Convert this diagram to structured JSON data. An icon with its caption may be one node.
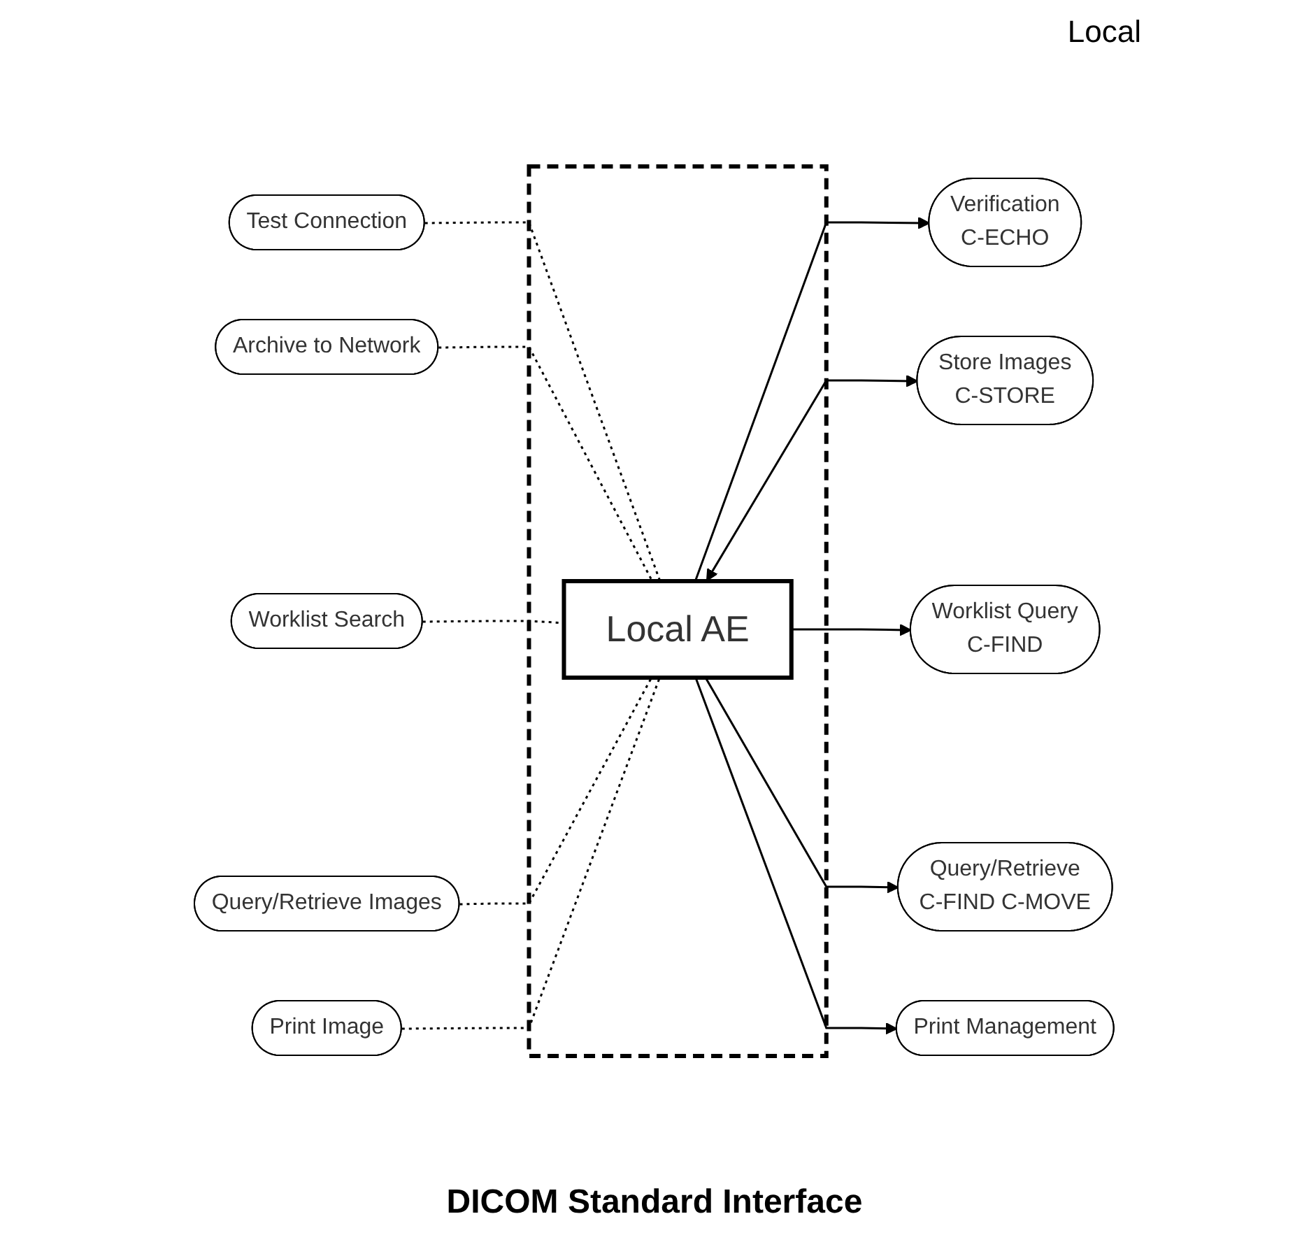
{
  "diagram": {
    "caption": "DICOM Standard Interface",
    "nodes": [
      {
        "text": [
          "Test Connection"
        ]
      },
      {
        "text": [
          "Archive to Network"
        ]
      },
      {
        "text": [
          "Worklist Search"
        ]
      },
      {
        "text": [
          "Query/Retrieve Images"
        ]
      },
      {
        "text": [
          "Print Image"
        ]
      },
      {
        "text": [],
        "shape": "box"
      },
      {
        "text": [
          "Local AE"
        ],
        "in": 5
      },
      {
        "text": [
          "Verification",
          "C-ECHO"
        ]
      },
      {
        "text": [
          "Store Images",
          "C-STORE"
        ]
      },
      {
        "text": [
          "Worklist Query",
          "C-FIND"
        ]
      },
      {
        "text": [
          "Query/Retrieve",
          "C-FIND C-MOVE"
        ]
      },
      {
        "text": [
          "Print Management"
        ]
      }
    ],
    "edges": [
      {
        "from": 0,
        "to": 6,
        "arrow": "none",
        "style": "dashed"
      },
      {
        "from": 1,
        "to": 6,
        "arrow": "none",
        "style": "dashed"
      },
      {
        "from": 2,
        "to": 6,
        "arrow": "none",
        "style": "dashed"
      },
      {
        "from": 3,
        "to": 6,
        "arrow": "none",
        "style": "dashed"
      },
      {
        "from": 4,
        "to": 6,
        "arrow": "none",
        "style": "dashed"
      },
      {
        "from": 6,
        "to": 7,
        "arrow": "to"
      },
      {
        "from": 6,
        "to": 8,
        "arrow": "both"
      },
      {
        "from": 6,
        "to": 9,
        "arrow": "to"
      },
      {
        "from": 6,
        "to": 10,
        "arrow": "to"
      },
      {
        "from": 6,
        "to": 11,
        "arrow": "to"
      }
    ],
    "labels": [
      "Local"
    ]
  }
}
